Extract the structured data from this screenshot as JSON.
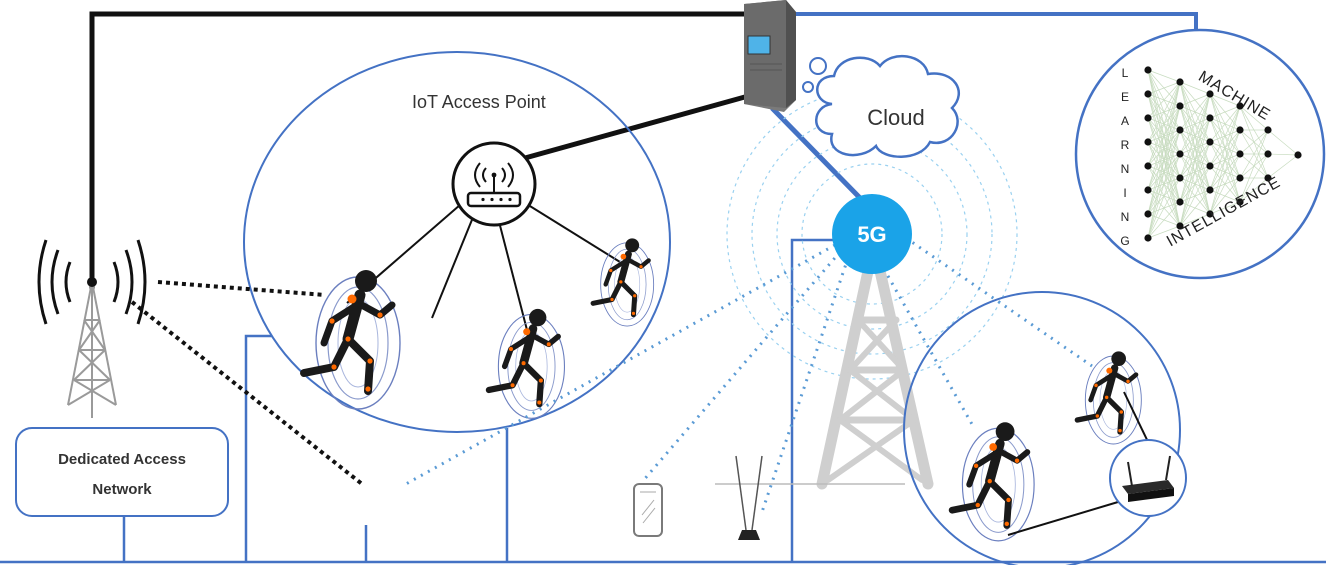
{
  "labels": {
    "iot_access_point": "IoT Access Point",
    "cloud": "Cloud",
    "five_g": "5G",
    "dedicated_access_network": [
      "Dedicated Access",
      "Network"
    ],
    "machine": "MACHINE",
    "intelligence": "INTELLIGENCE",
    "learning_letters": [
      "L",
      "E",
      "A",
      "R",
      "N",
      "I",
      "N",
      "G"
    ]
  },
  "icons": {
    "server": "server-icon",
    "wifi_router": "wifi-router-icon",
    "cell_tower": "cell-tower-icon",
    "five_g_tower": "5g-tower-icon",
    "runner": "runner-wearable-icon",
    "smartphone": "smartphone-icon",
    "antenna": "antenna-icon",
    "home_router": "home-router-icon",
    "neural_network": "neural-network-icon"
  },
  "colors": {
    "accent_blue": "#4472c4",
    "five_g_badge": "#1aa3e8",
    "dotted_blue": "#5b9bd5",
    "black_link": "#111111",
    "sensor_orange": "#ff6a00",
    "runner": "#1a1a1a"
  }
}
